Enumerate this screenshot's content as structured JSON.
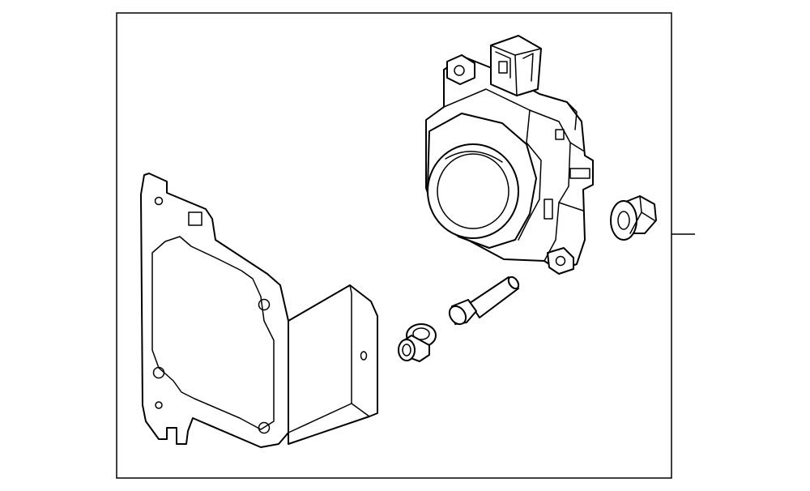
{
  "diagram": {
    "parts": [
      {
        "name": "mounting-bracket"
      },
      {
        "name": "bolt"
      },
      {
        "name": "stud-pin"
      },
      {
        "name": "radar-sensor-unit"
      },
      {
        "name": "flange-nut"
      }
    ],
    "callouts": [
      {
        "name": "leader-line",
        "label": ""
      }
    ]
  }
}
